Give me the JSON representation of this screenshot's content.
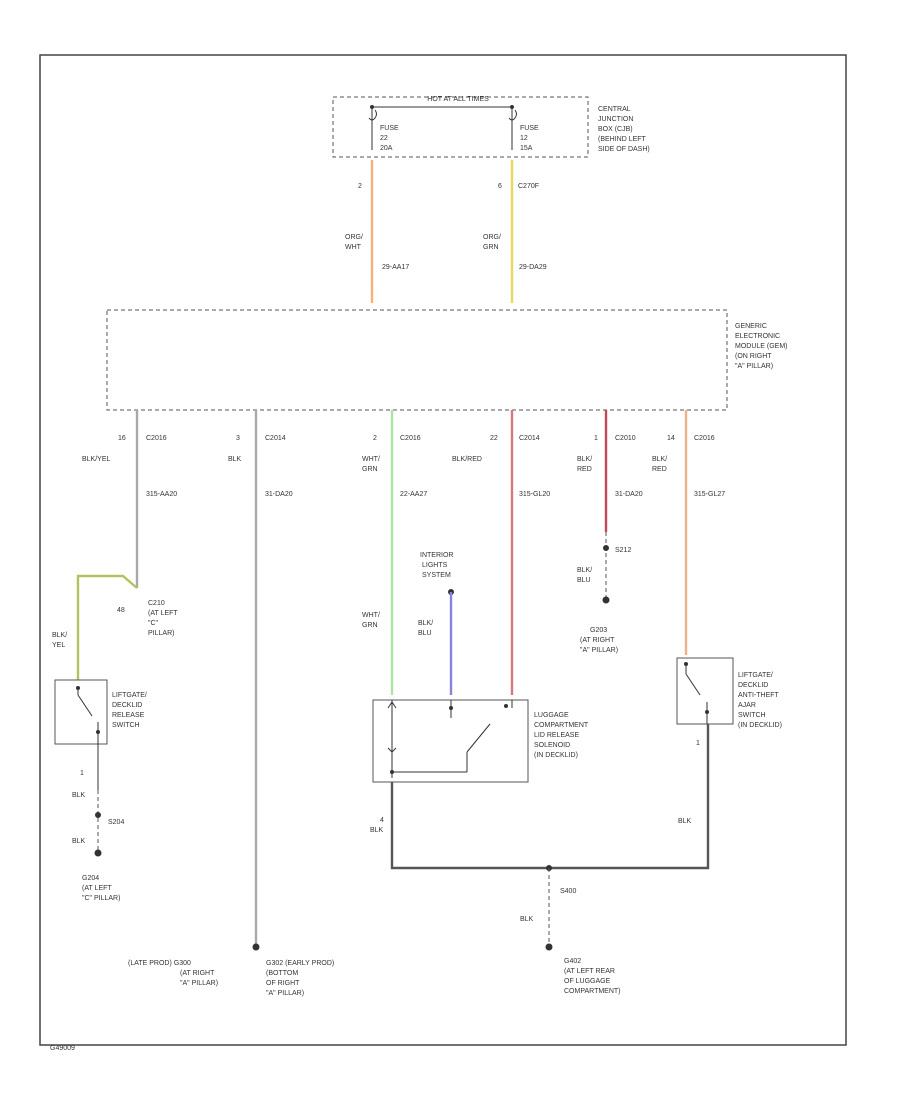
{
  "colors": {
    "org_wht": "#f7b27a",
    "org_grn": "#e6d766",
    "blk_yel_top": "#b3c25e",
    "gray": "#a9a9a9",
    "wht_grn": "#a8e6a0",
    "blk_red": "#d9767a",
    "blk_red_dark": "#c04a58",
    "blk_blu": "#8585dd",
    "org_salmon": "#f0b090",
    "ground": "#555555"
  },
  "labels": {
    "hot_at_all_times": "HOT AT ALL TIMES",
    "fuse_left": [
      "FUSE",
      "22",
      "20A"
    ],
    "fuse_right": [
      "FUSE",
      "12",
      "15A"
    ],
    "cjb": [
      "CENTRAL",
      "JUNCTION",
      "BOX (CJB)",
      "(BEHIND LEFT",
      "SIDE OF DASH)"
    ],
    "pin_left_top": "2",
    "pin_right_top": "6",
    "conn_right_top": "C270F",
    "wire_left_color": [
      "ORG/",
      "WHT"
    ],
    "wire_left_circuit": "29-AA17",
    "wire_right_color": [
      "ORG/",
      "GRN"
    ],
    "wire_right_circuit": "29-DA29",
    "gem": [
      "GENERIC",
      "ELECTRONIC",
      "MODULE (GEM)",
      "(ON RIGHT",
      "\"A\" PILLAR)"
    ],
    "c1_pin": "16",
    "c1_conn": "C2016",
    "c1_color": "BLK/YEL",
    "c1_circuit": "315-AA20",
    "c2_pin": "3",
    "c2_conn": "C2014",
    "c2_color": "BLK",
    "c2_circuit": "31-DA20",
    "c3_pin": "2",
    "c3_conn": "C2016",
    "c3_color": [
      "WHT/",
      "GRN"
    ],
    "c3_circuit": "22-AA27",
    "c4_pin": "22",
    "c4_conn": "C2014",
    "c4_color": "BLK/RED",
    "c4_circuit": "315-GL20",
    "c5_pin": "1",
    "c5_conn": "C2010",
    "c5_color": [
      "BLK/",
      "RED"
    ],
    "c5_circuit": "31-DA20",
    "c6_pin": "14",
    "c6_conn": "C2016",
    "c6_color": [
      "BLK/",
      "RED"
    ],
    "c6_circuit": "315-GL27",
    "c210_pin": "48",
    "c210": [
      "C210",
      "(AT LEFT",
      "\"C\"",
      "PILLAR)"
    ],
    "blk_yel_lower": [
      "BLK/",
      "YEL"
    ],
    "liftgate_release": [
      "LIFTGATE/",
      "DECKLID",
      "RELEASE",
      "SWITCH"
    ],
    "pin_lg_1": "1",
    "s204": "S204",
    "blk_a": "BLK",
    "blk_b": "BLK",
    "g204": [
      "G204",
      "(AT LEFT",
      "\"C\" PILLAR)"
    ],
    "interior_lights": [
      "INTERIOR",
      "LIGHTS",
      "SYSTEM"
    ],
    "wht_grn_lower": [
      "WHT/",
      "GRN"
    ],
    "blk_blu": [
      "BLK/",
      "BLU"
    ],
    "luggage": [
      "LUGGAGE",
      "COMPARTMENT",
      "LID RELEASE",
      "SOLENOID",
      "(IN DECKLID)"
    ],
    "pin_lug_4": "4",
    "blk_c": "BLK",
    "s212": "S212",
    "blk_blu_s": [
      "BLK/",
      "BLU"
    ],
    "g203": [
      "G203",
      "(AT RIGHT",
      "\"A\" PILLAR)"
    ],
    "ajar_switch": [
      "LIFTGATE/",
      "DECKLID",
      "ANTI-THEFT",
      "AJAR",
      "SWITCH",
      "(IN DECKLID)"
    ],
    "pin_ajar_1": "1",
    "blk_d": "BLK",
    "s400": "S400",
    "blk_e": "BLK",
    "g402": [
      "G402",
      "(AT LEFT REAR",
      "OF LUGGAGE",
      "COMPARTMENT)"
    ],
    "g300": [
      "(LATE PROD)  G300",
      "(AT RIGHT",
      "\"A\" PILLAR)"
    ],
    "g302": [
      "G302  (EARLY PROD)",
      "(BOTTOM",
      "OF RIGHT",
      "\"A\" PILLAR)"
    ],
    "footer_code": "G49009"
  }
}
